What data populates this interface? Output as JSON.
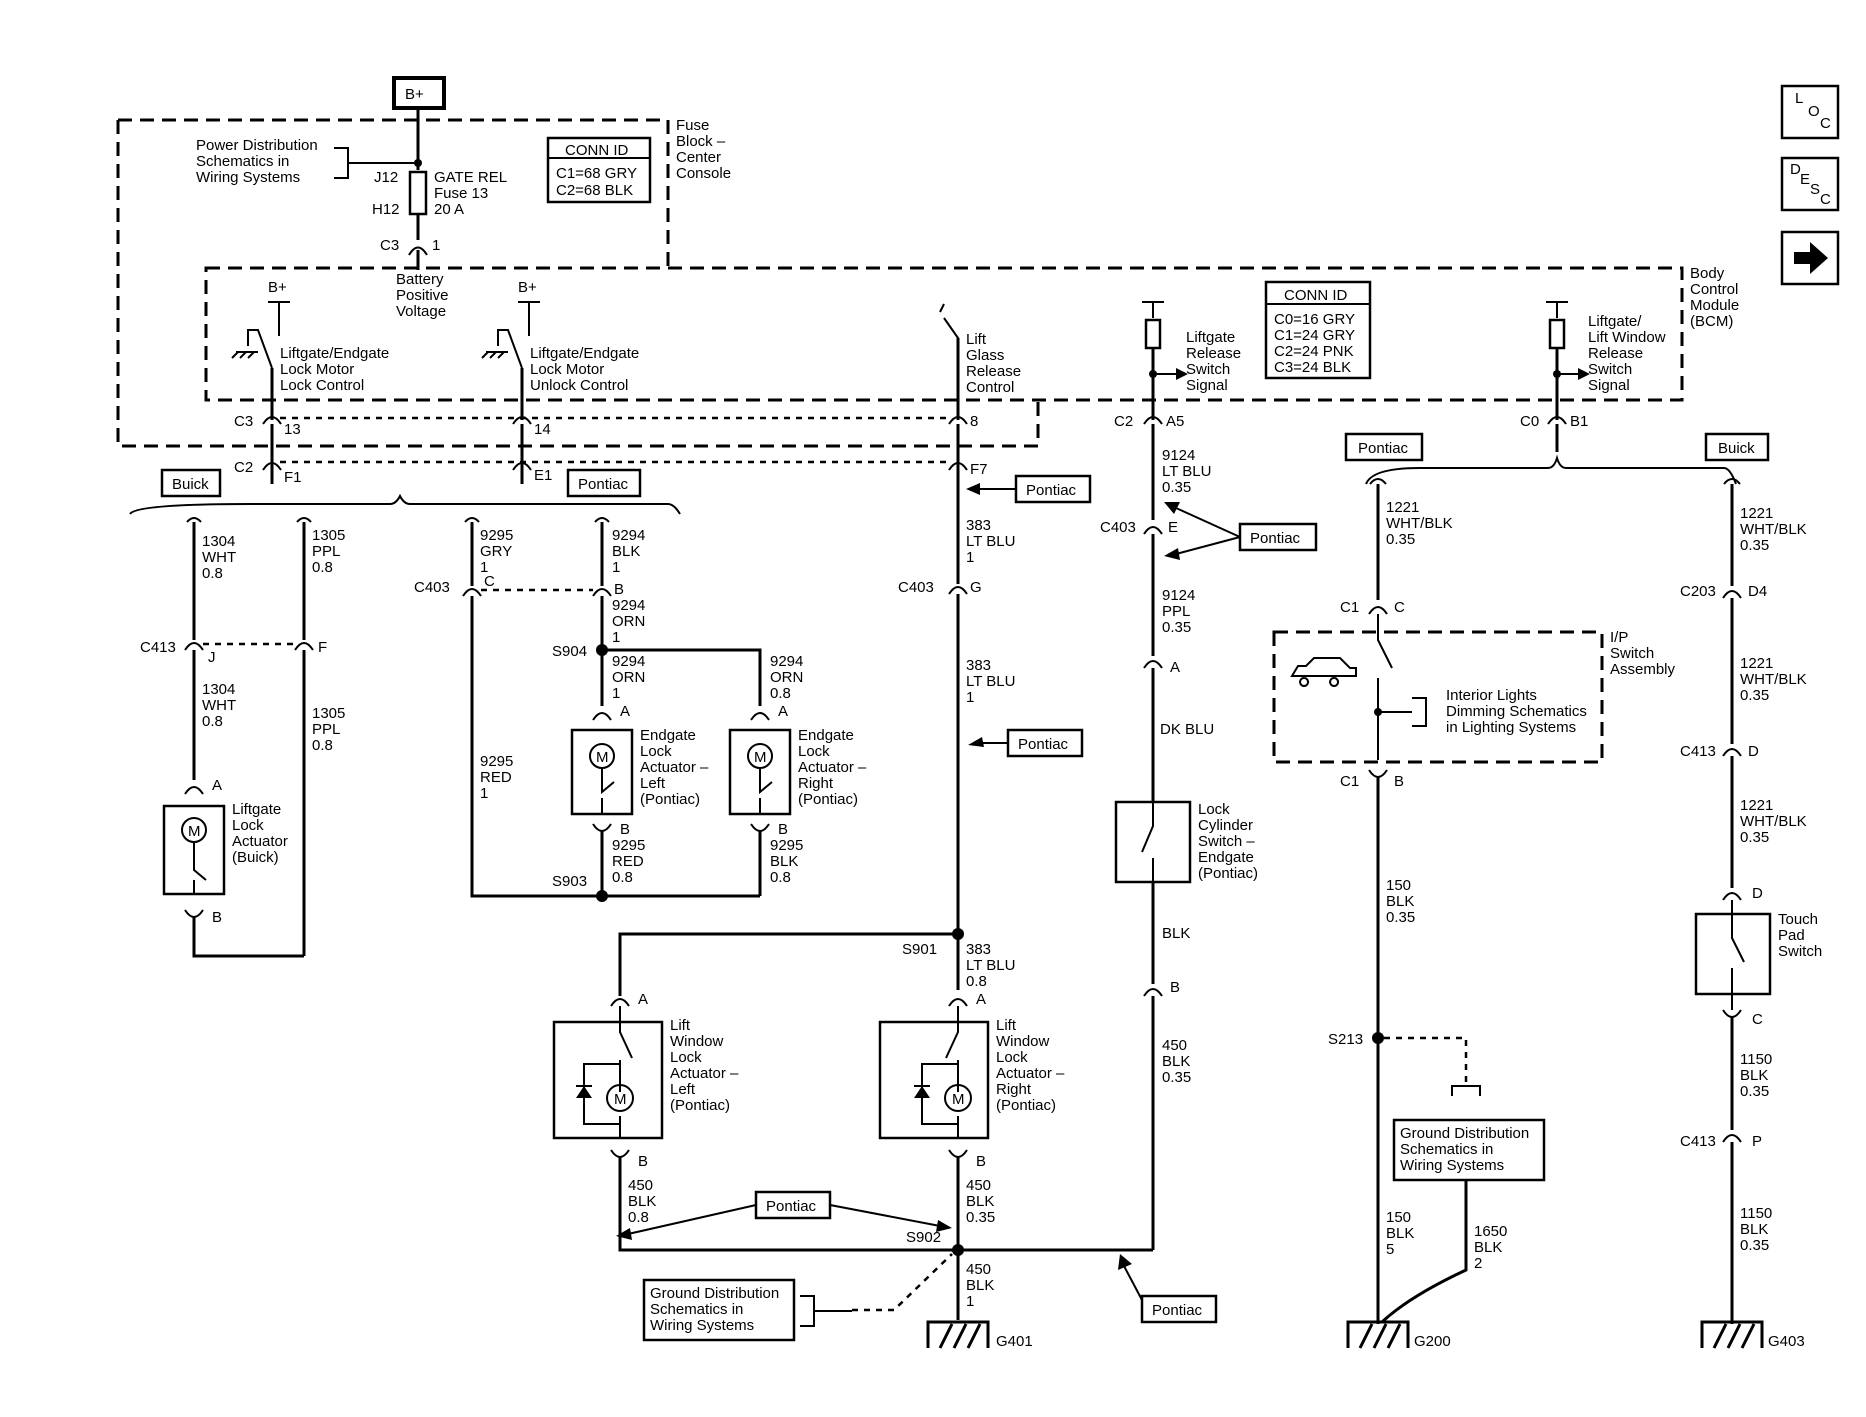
{
  "nav": {
    "loc": [
      "L",
      "O",
      "C"
    ],
    "desc": [
      "D",
      "E",
      "S",
      "C"
    ],
    "next_glyph": "➡"
  },
  "supply": "B+",
  "fuse_block": {
    "title": [
      "Fuse",
      "Block –",
      "Center",
      "Console"
    ],
    "ref": [
      "Power Distribution",
      "Schematics in",
      "Wiring Systems"
    ],
    "fuse": [
      "GATE REL",
      "Fuse 13",
      "20 A"
    ],
    "j": "J12",
    "h": "H12",
    "c3": "C3",
    "c3pin": "1",
    "conn_title": "CONN ID",
    "conn": [
      "C1=68 GRY",
      "C2=68 BLK"
    ]
  },
  "bcm": {
    "title": [
      "Body",
      "Control",
      "Module",
      "(BCM)"
    ],
    "conn_title": "CONN ID",
    "conn": [
      "C0=16 GRY",
      "C1=24 GRY",
      "C2=24 PNK",
      "C3=24 BLK"
    ],
    "battery": [
      "Battery",
      "Positive",
      "Voltage"
    ],
    "bplus1": "B+",
    "bplus2": "B+",
    "lock_ctl": [
      "Liftgate/Endgate",
      "Lock Motor",
      "Lock Control"
    ],
    "unlock_ctl": [
      "Liftgate/Endgate",
      "Lock Motor",
      "Unlock Control"
    ],
    "glass": [
      "Lift",
      "Glass",
      "Release",
      "Control"
    ],
    "lg_switch": [
      "Liftgate",
      "Release",
      "Switch",
      "Signal"
    ],
    "lw_switch": [
      "Liftgate/",
      "Lift Window",
      "Release",
      "Switch",
      "Signal"
    ]
  },
  "pins": {
    "c3a": "C3",
    "c3a_n": "13",
    "c3b_n": "14",
    "c3c_n": "8",
    "c2a": "C2",
    "c2a_n": "F1",
    "c2b_n": "E1",
    "c2c_n": "F7",
    "c2d": "C2",
    "c2d_n": "A5",
    "c0": "C0",
    "c0_n": "B1"
  },
  "tags": {
    "buick1": "Buick",
    "pontiac1": "Pontiac",
    "pontiac2": "Pontiac",
    "pontiac3": "Pontiac",
    "pontiac4": "Pontiac",
    "pontiac5": "Pontiac",
    "pontiac6": "Pontiac",
    "pontiac7": "Pontiac",
    "buick2": "Buick"
  },
  "wires": {
    "w1304a": [
      "1304",
      "WHT",
      "0.8"
    ],
    "w1305a": [
      "1305",
      "PPL",
      "0.8"
    ],
    "w1304b": [
      "1304",
      "WHT",
      "0.8"
    ],
    "w1305b": [
      "1305",
      "PPL",
      "0.8"
    ],
    "w9295a": [
      "9295",
      "GRY",
      "1"
    ],
    "w9294a": [
      "9294",
      "BLK",
      "1"
    ],
    "w9294b": [
      "9294",
      "ORN",
      "1"
    ],
    "w9294c": [
      "9294",
      "ORN",
      "1"
    ],
    "w9294d": [
      "9294",
      "ORN",
      "0.8"
    ],
    "w9295b": [
      "9295",
      "RED",
      "1"
    ],
    "w9295c": [
      "9295",
      "RED",
      "0.8"
    ],
    "w9295d": [
      "9295",
      "BLK",
      "0.8"
    ],
    "w383a": [
      "383",
      "LT BLU",
      "1"
    ],
    "w383b": [
      "383",
      "LT BLU",
      "1"
    ],
    "w383c": [
      "383",
      "LT BLU",
      "0.8"
    ],
    "w450a": [
      "450",
      "BLK",
      "0.8"
    ],
    "w450b": [
      "450",
      "BLK",
      "0.35"
    ],
    "w450c": [
      "450",
      "BLK",
      "1"
    ],
    "w450d": [
      "450",
      "BLK",
      "0.35"
    ],
    "w9124a": [
      "9124",
      "LT BLU",
      "0.35"
    ],
    "w9124b": [
      "9124",
      "PPL",
      "0.35"
    ],
    "dkblu": "DK BLU",
    "blk": "BLK",
    "w1221a": [
      "1221",
      "WHT/BLK",
      "0.35"
    ],
    "w1221b": [
      "1221",
      "WHT/BLK",
      "0.35"
    ],
    "w1221c": [
      "1221",
      "WHT/BLK",
      "0.35"
    ],
    "w1221d": [
      "1221",
      "WHT/BLK",
      "0.35"
    ],
    "w150a": [
      "150",
      "BLK",
      "0.35"
    ],
    "w150b": [
      "150",
      "BLK",
      "5"
    ],
    "w1650": [
      "1650",
      "BLK",
      "2"
    ],
    "w1150a": [
      "1150",
      "BLK",
      "0.35"
    ],
    "w1150b": [
      "1150",
      "BLK",
      "0.35"
    ]
  },
  "connectors": {
    "c413a": "C413",
    "c413a_j": "J",
    "c413a_f": "F",
    "c403a": "C403",
    "c403a_c": "C",
    "c403a_b": "B",
    "c403b": "C403",
    "c403b_g": "G",
    "c403c": "C403",
    "c403c_e": "E",
    "pinA1": "A",
    "pinB1": "B",
    "pinA2": "A",
    "pinB2": "B",
    "pinA3": "A",
    "pinB3": "B",
    "pinA4": "A",
    "pinB4": "B",
    "pinA5": "A",
    "pinB5": "B",
    "pinA6": "A",
    "pinB6": "B",
    "c1c": "C1",
    "c1c_n": "C",
    "c1b": "C1",
    "c1b_n": "B",
    "c203": "C203",
    "c203_n": "D4",
    "c413b": "C413",
    "c413b_n": "D",
    "pinD": "D",
    "pinC": "C",
    "c413c": "C413",
    "c413c_n": "P"
  },
  "splices": {
    "s904": "S904",
    "s903": "S903",
    "s901": "S901",
    "s902": "S902",
    "s213": "S213"
  },
  "components": {
    "motor": "M",
    "liftgate_act": [
      "Liftgate",
      "Lock",
      "Actuator",
      "(Buick)"
    ],
    "endgate_left": [
      "Endgate",
      "Lock",
      "Actuator –",
      "Left",
      "(Pontiac)"
    ],
    "endgate_right": [
      "Endgate",
      "Lock",
      "Actuator –",
      "Right",
      "(Pontiac)"
    ],
    "lw_left": [
      "Lift",
      "Window",
      "Lock",
      "Actuator –",
      "Left",
      "(Pontiac)"
    ],
    "lw_right": [
      "Lift",
      "Window",
      "Lock",
      "Actuator –",
      "Right",
      "(Pontiac)"
    ],
    "lock_cyl": [
      "Lock",
      "Cylinder",
      "Switch –",
      "Endgate",
      "(Pontiac)"
    ],
    "ip_switch": [
      "I/P",
      "Switch",
      "Assembly"
    ],
    "ip_ref": [
      "Interior Lights",
      "Dimming Schematics",
      "in Lighting Systems"
    ],
    "touch_pad": [
      "Touch",
      "Pad",
      "Switch"
    ],
    "gnd_ref1": [
      "Ground Distribution",
      "Schematics in",
      "Wiring Systems"
    ],
    "gnd_ref2": [
      "Ground Distribution",
      "Schematics in",
      "Wiring Systems"
    ]
  },
  "grounds": {
    "g401": "G401",
    "g200": "G200",
    "g403": "G403"
  }
}
